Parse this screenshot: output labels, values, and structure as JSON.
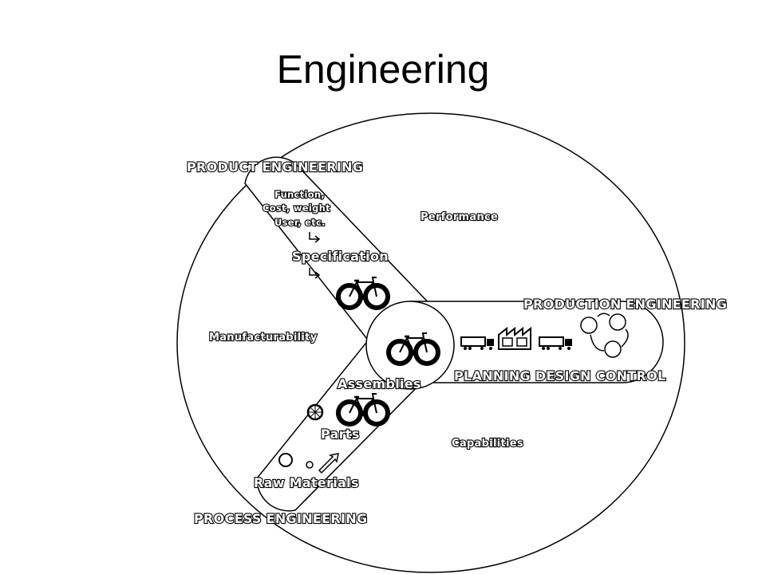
{
  "title": "Engineering",
  "labels": {
    "product_engineering": "PRODUCT  ENGINEERING",
    "function_line1": "Function,",
    "function_line2": "Cost, weight",
    "function_line3": "User, etc.",
    "performance": "Performance",
    "specification": "Specification",
    "production_engineering": "PRODUCTION  ENGINEERING",
    "manufacturability": "Manufacturability",
    "planning_design_control": "PLANNING  DESIGN  CONTROL",
    "assemblies": "Assemblies",
    "parts": "Parts",
    "capabilities": "Capabilities",
    "raw_materials": "Raw Materials",
    "process_engineering": "PROCESS  ENGINEERING"
  },
  "icons": [
    "bicycle-icon",
    "truck-icon",
    "factory-icon",
    "cycle-arrows-icon",
    "wheel-icon",
    "circle-material-icon",
    "arrow-icon"
  ],
  "colors": {
    "line": "#000000",
    "background": "#ffffff"
  }
}
